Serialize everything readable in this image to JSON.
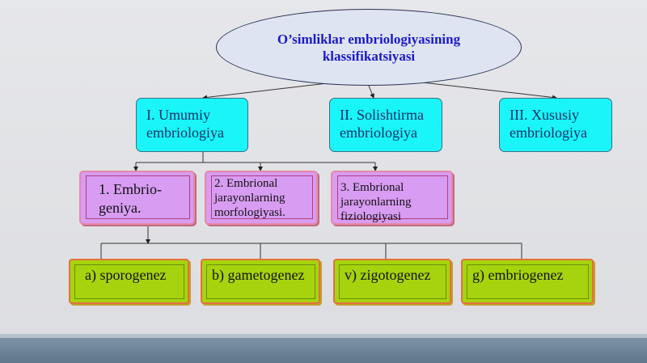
{
  "root": {
    "title_line1": "O’simliklar embriologiyasining",
    "title_line2": "klassifikatsiyasi"
  },
  "branches": [
    {
      "line1": "I. Umumiy",
      "line2": "embriologiya"
    },
    {
      "line1": "II. Solishtirma",
      "line2": "embriologiya"
    },
    {
      "line1": "III. Xususiy",
      "line2": "embriologiya"
    }
  ],
  "subtopics": [
    {
      "line1": "1. Embrio-",
      "line2": "geniya."
    },
    {
      "line1": "2. Embrional",
      "line2": "jarayonlarning",
      "line3": "morfologiyasi."
    },
    {
      "line1": "3. Embrional",
      "line2": "jarayonlarning",
      "line3": "fiziologiyasi"
    }
  ],
  "stages": [
    {
      "label": "a) sporogenez"
    },
    {
      "label": "b) gametogenez"
    },
    {
      "label": "v) zigotogenez"
    },
    {
      "label": "g) embriogenez"
    }
  ],
  "colors": {
    "title": "#1a1acb",
    "branch_fill": "#19f5f8",
    "subtopic_fill": "#d89cf2",
    "stage_fill": "#a6d30d",
    "footer": "#6b8296"
  }
}
